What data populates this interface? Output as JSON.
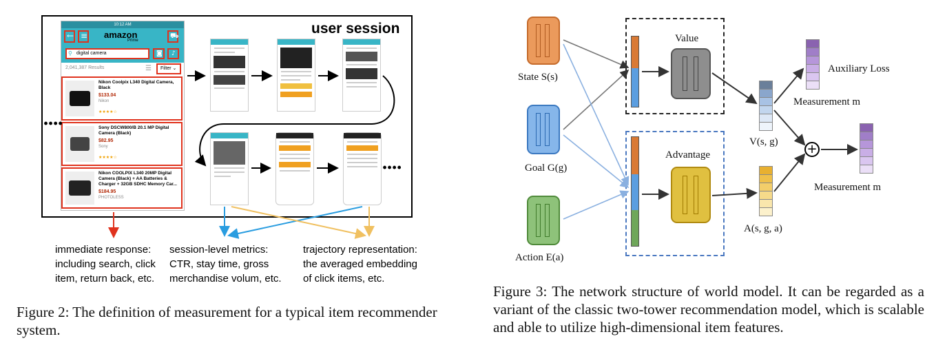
{
  "figure2": {
    "session_title": "user session",
    "app": {
      "status_time": "10:12 AM",
      "logo": "amazon",
      "logo_sub": "Prime",
      "search_value": "digital camera",
      "results_count": "2,041,387 Results",
      "filter_label": "Filter",
      "results": [
        {
          "title": "Nikon Coolpix L340 Digital Camera, Black",
          "price": "$133.04",
          "meta": "Nikon"
        },
        {
          "title": "Sony DSCW800/B 20.1 MP Digital Camera (Black)",
          "price": "$82.95",
          "meta": "Sony"
        },
        {
          "title": "Nikon COOLPIX L340 20MP Digital Camera (Black) + AA Batteries & Charger + 32GB SDHC Memory Car...",
          "price": "$184.95",
          "meta": "PHOTOLESS"
        }
      ]
    },
    "ellipsis_left": "....",
    "ellipsis_right": "....",
    "notes": [
      {
        "text": "immediate response:\nincluding search, click\nitem, return back, etc.",
        "color": "#e0321d"
      },
      {
        "text": "session-level metrics:\nCTR, stay time, gross\nmerchandise volum, etc.",
        "color": "#2a9de0"
      },
      {
        "text": "trajectory representation:\nthe averaged embedding\nof click items, etc.",
        "color": "#f0c060"
      }
    ],
    "caption": "Figure 2: The definition of measurement for a typical item recommender system."
  },
  "figure3": {
    "inputs": [
      {
        "label": "State S(s)",
        "color": "#e8904a"
      },
      {
        "label": "Goal G(g)",
        "color": "#5b9ee0"
      },
      {
        "label": "Action E(a)",
        "color": "#6fa75a"
      }
    ],
    "value_label": "Value",
    "advantage_label": "Advantage",
    "v_label": "V(s, g)",
    "a_label": "A(s, g, a)",
    "aux_loss": "Auxiliary Loss",
    "measurement_top": "Measurement m",
    "measurement_bottom": "Measurement m",
    "plus": "+",
    "caption": "Figure 3: The network structure of world model. It can be regarded as a variant of the classic two-tower recommendation model, which is scalable and able to utilize high-dimensional item features."
  }
}
